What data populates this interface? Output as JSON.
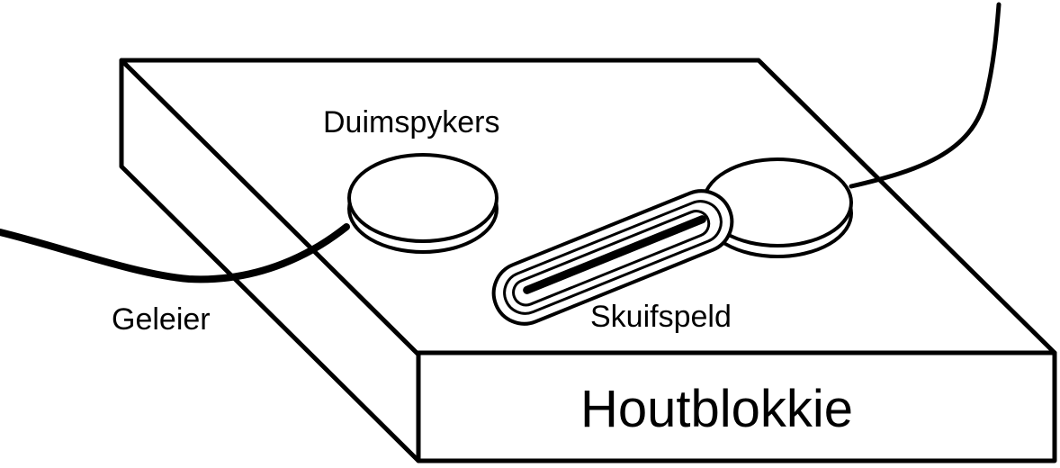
{
  "labels": {
    "thumbtacks": "Duimspykers",
    "conductor": "Geleier",
    "paperclip": "Skuifspeld",
    "wood_block": "Houtblokkie"
  },
  "colors": {
    "ink": "#000000",
    "paper": "#ffffff"
  }
}
